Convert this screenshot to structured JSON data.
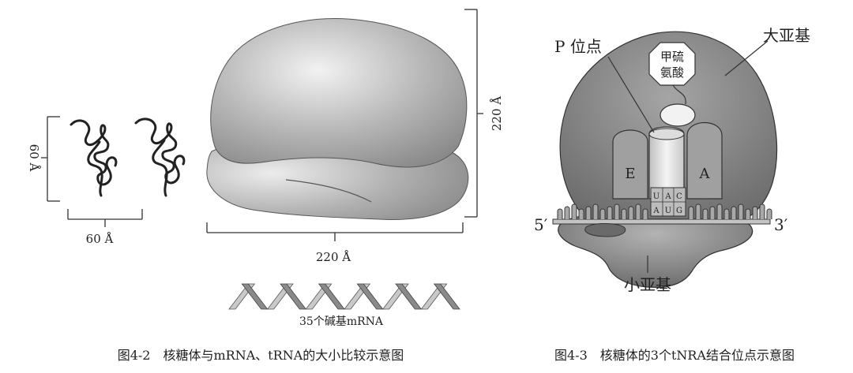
{
  "figure_left": {
    "trna_height_label": "60 Å",
    "trna_width_label": "60 Å",
    "ribosome_height_label": "220 Å",
    "ribosome_width_label": "220 Å",
    "mrna_label": "35个碱基mRNA",
    "caption": "图4-2　核糖体与mRNA、tRNA的大小比较示意图"
  },
  "figure_right": {
    "p_site_label": "P 位点",
    "large_subunit_label": "大亚基",
    "methionine_label_line1": "甲硫",
    "methionine_label_line2": "氨酸",
    "e_site_label": "E",
    "a_site_label": "A",
    "anticodon": [
      "U",
      "A",
      "C"
    ],
    "codon": [
      "A",
      "U",
      "G"
    ],
    "five_prime_label": "5′",
    "three_prime_label": "3′",
    "small_subunit_label": "小亚基",
    "caption": "图4-3　核糖体的3个tNRA结合位点示意图"
  },
  "colors": {
    "ribosome_fill": "#8d8d8d",
    "ribosome_light": "#e2e2e2",
    "subunit_fill": "#777777",
    "site_fill": "#a3a3a3",
    "outline": "#333333"
  }
}
